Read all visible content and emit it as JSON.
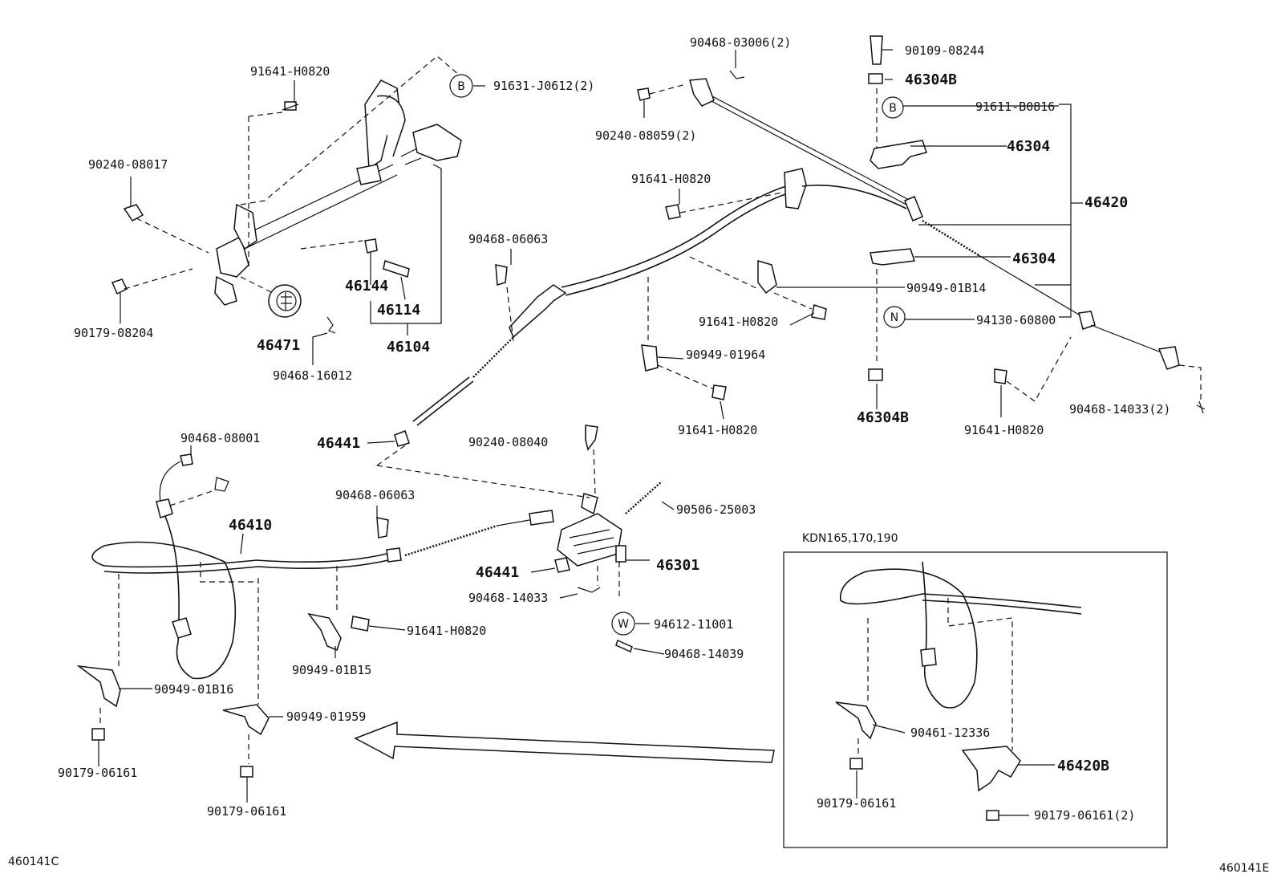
{
  "parts": {
    "p_91641_H0820_a": "91641-H0820",
    "p_91631_J0612": "91631-J0612(2)",
    "p_90240_08017": "90240-08017",
    "p_90179_08204": "90179-08204",
    "p_46144": "46144",
    "p_46114": "46114",
    "p_46104": "46104",
    "p_46471": "46471",
    "p_90468_16012": "90468-16012",
    "p_90468_06063_a": "90468-06063",
    "p_46441_a": "46441",
    "p_90468_03006": "90468-03006(2)",
    "p_90240_08059": "90240-08059(2)",
    "p_91641_H0820_b": "91641-H0820",
    "p_91641_H0820_c": "91641-H0820",
    "p_90949_01964": "90949-01964",
    "p_91641_H0820_d": "91641-H0820",
    "p_90109_08244": "90109-08244",
    "p_46304B_top": "46304B",
    "p_91611_B0816": "91611-B0816",
    "p_46304_top": "46304",
    "p_46420": "46420",
    "p_46304_mid": "46304",
    "p_90949_01B14": "90949-01B14",
    "p_94130_60800": "94130-60800",
    "p_46304B_bot": "46304B",
    "p_91641_H0820_e": "91641-H0820",
    "p_90468_14033_2": "90468-14033(2)",
    "p_90468_08001": "90468-08001",
    "p_90240_08040": "90240-08040",
    "p_90468_06063_b": "90468-06063",
    "p_90506_25003": "90506-25003",
    "p_46410": "46410",
    "p_46441_b": "46441",
    "p_46301": "46301",
    "p_90468_14033": "90468-14033",
    "p_94612_11001": "94612-11001",
    "p_90468_14039": "90468-14039",
    "p_91641_H0820_f": "91641-H0820",
    "p_90949_01B15": "90949-01B15",
    "p_90949_01B16": "90949-01B16",
    "p_90949_01959": "90949-01959",
    "p_90179_06161_a": "90179-06161",
    "p_90179_06161_b": "90179-06161",
    "p_90461_12336": "90461-12336",
    "p_46420B": "46420B",
    "p_90179_06161_c": "90179-06161",
    "p_90179_06161_2": "90179-06161(2)"
  },
  "markers": {
    "b1": "B",
    "b2": "B",
    "n": "N",
    "w": "W"
  },
  "inset": {
    "title": "KDN165,170,190"
  },
  "footer": {
    "code_left": "460141C",
    "code_right": "460141E"
  }
}
